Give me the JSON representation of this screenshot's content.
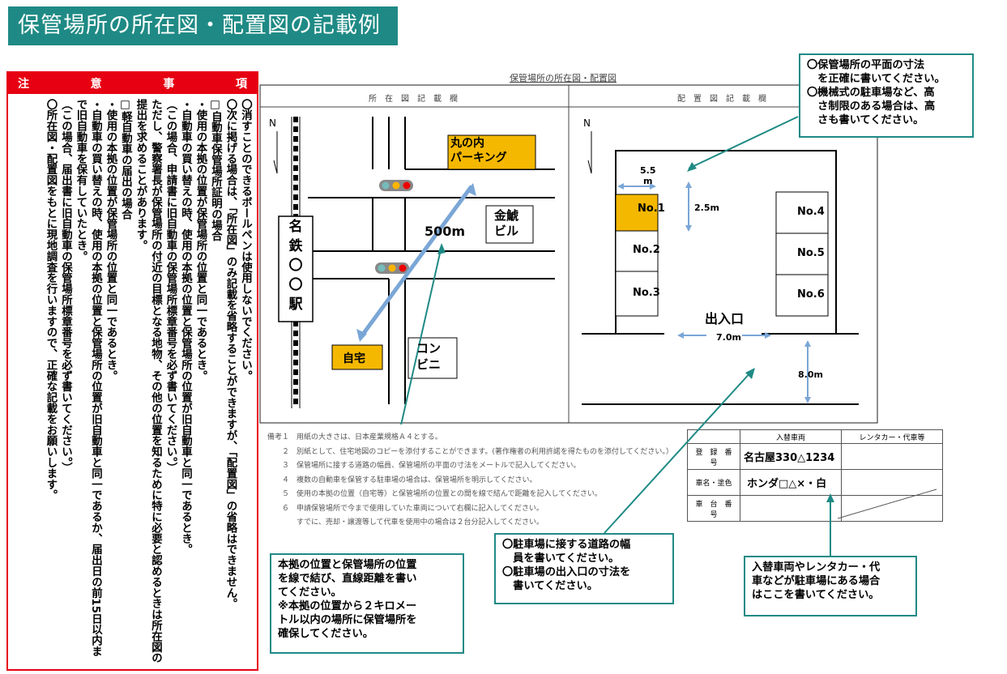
{
  "title": "保管場所の所在図・配置図の記載例",
  "notice": {
    "header": [
      "注",
      "意",
      "事",
      "項"
    ],
    "body": "〇消すことのできるボールペンは使用しないでください。\n〇次に掲げる場合は、「所在図」のみ記載を省略することができますが、「配置図」の省略はできません。\n□自動車保管場所証明の場合\n・使用の本拠の位置が保管場所の位置と同一であるとき。\n・自動車の買い替えの時、使用の本拠の位置と保管場所の位置が旧自動車と同一であるとき。\n（この場合、申請書に旧自動車の保管場所標章番号を必ず書いてください。）\nただし、警察署長が保管場所の付近の目標となる地物、その他の位置を知るために特に必要と認めるときは所在図の提出を求めることがあります。\n□軽自動車の届出の場合\n・使用の本拠の位置が保管場所の位置と同一であるとき。\n・自動車の買い替えの時、使用の本拠の位置と保管場所の位置が旧自動車と同一であるか、届出日の前15日以内まで旧自動車を保有していたとき。\n（この場合、届出書に旧自動車の保管場所標章番号を必ず書いてください。）\n〇所在図・配置図をもとに現地調査を行いますので、正確な記載をお願いします。"
  },
  "map": {
    "heading": "保管場所の所在図・配置図",
    "left_caption": "所　在　図　記　載　欄",
    "right_caption": "配　置　図　記　載　欄",
    "north": "N",
    "parking_name": "丸の内\nパーキング",
    "station": [
      "名",
      "鉄",
      "〇",
      "〇",
      "駅"
    ],
    "distance": "500m",
    "building1": "金鯱\nビル",
    "home": "自宅",
    "store": "コン\nビニ",
    "slots": [
      "No.1",
      "No.2",
      "No.3",
      "No.4",
      "No.5",
      "No.6"
    ],
    "dim_width": "5.5\nm",
    "dim_depth": "2.5m",
    "entrance": "出入口",
    "entrance_width": "7.0m",
    "road_width": "8.0m"
  },
  "biko": [
    "備考１　用紙の大きさは、日本産業規格Ａ４とする。",
    "　　２　別紙として、住宅地図のコピーを添付することができます。(著作権者の利用許諾を得たものを添付してください。）",
    "　　３　保管場所に接する道路の幅員、保管場所の平面の寸法をメートルで記入してください。",
    "　　４　複数の自動車を保管する駐車場の場合は、保管場所を明示してください。",
    "　　５　使用の本拠の位置（自宅等）と保管場所の位置との間を線で結んで距離を記入してください。",
    "　　６　申請保管場所で今まで使用していた車両について右欄に記入してください。",
    "　　　　すでに、売却・譲渡等して代車を使用中の場合は２台分記入してください。"
  ],
  "registry": {
    "col1": "入替車両",
    "col2": "レンタカー・代車等",
    "row1_label": "登　録　番　号",
    "row1_value": "名古屋330△1234",
    "row2_label": "車名・塗色",
    "row2_value": "ホンダ□△×・白",
    "row3_label": "車　台　番　号"
  },
  "callouts": {
    "top_right": "〇保管場所の平面の寸法\n　を正確に書いてください。\n〇機械式の駐車場など、高\n　さ制限のある場合は、高\n　さも書いてください。",
    "bottom_left": "本拠の位置と保管場所の位置\nを線で結び、直線距離を書い\nてください。\n※本拠の位置から２キロメー\nトル以内の場所に保管場所を\n確保してください。",
    "bottom_mid": "〇駐車場に接する道路の幅\n　員を書いてください。\n〇駐車場の出入口の寸法を\n　書いてください。",
    "bottom_right": "入替車両やレンタカー・代\n車などが駐車場にある場合\nはここを書いてください。"
  },
  "colors": {
    "teal": "#1f8a85",
    "red": "#e60012",
    "yellow": "#f5b800",
    "arrow": "#7aa6d6"
  }
}
